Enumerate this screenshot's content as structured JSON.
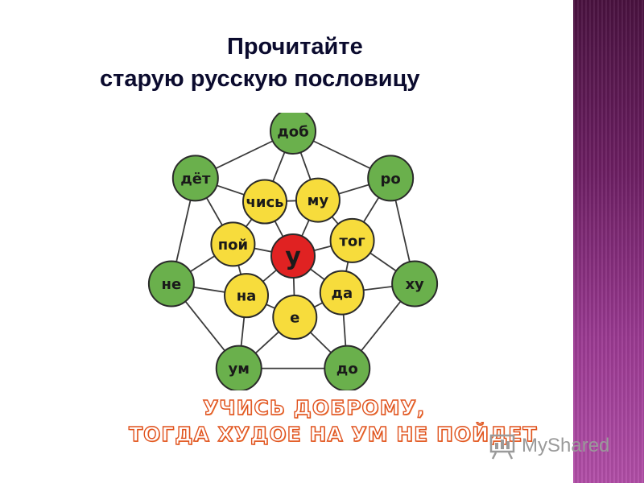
{
  "slide": {
    "title_line1": "Прочитайте",
    "title_line2": "старую русскую пословицу",
    "answer_line1": "УЧИСЬ ДОБРОМУ,",
    "answer_line2": "ТОГДА ХУДОЕ НА УМ НЕ ПОЙДЕТ"
  },
  "puzzle": {
    "center": "у",
    "inner_ring": [
      "му",
      "тог",
      "да",
      "е",
      "на",
      "пой",
      "чись"
    ],
    "outer_ring": [
      "доб",
      "ро",
      "ху",
      "до",
      "ум",
      "не",
      "дёт"
    ]
  },
  "watermark": {
    "text": "MyShared",
    "icon": "presentation-board-icon"
  },
  "colors": {
    "title": "#0b0b2e",
    "green_node": "#6ab04c",
    "yellow_node": "#f7dc3c",
    "center_node": "#e02222",
    "answer_fill": "#ffffff",
    "answer_stroke": "#e0531f",
    "side_bar": "#7a2470"
  }
}
